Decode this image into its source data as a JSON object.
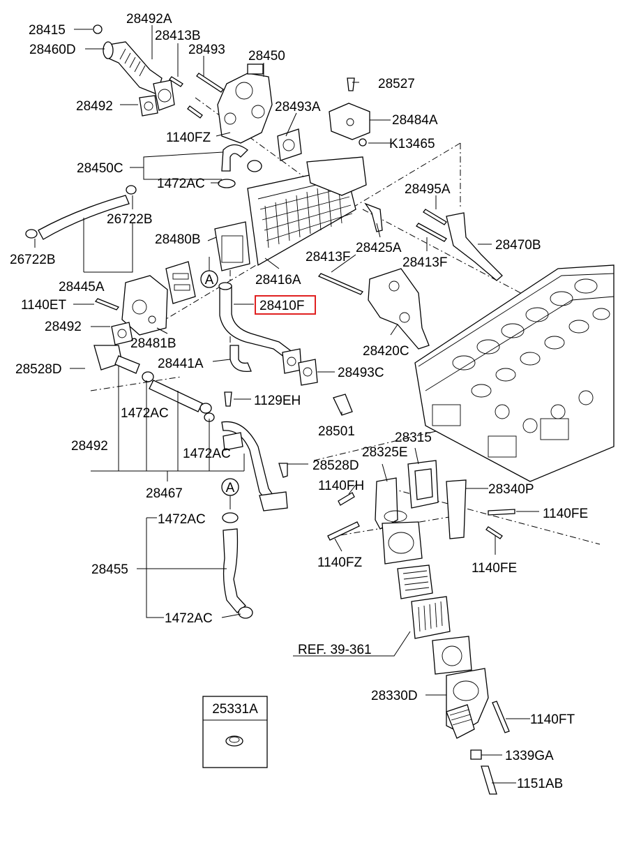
{
  "labels": {
    "p28415": "28415",
    "p28492A": "28492A",
    "p28460D": "28460D",
    "p28413B": "28413B",
    "p28493": "28493",
    "p28450": "28450",
    "p28527": "28527",
    "p28492_top": "28492",
    "p28493A": "28493A",
    "p28484A": "28484A",
    "p1140FZ_top": "1140FZ",
    "pK13465": "K13465",
    "p28450C": "28450C",
    "p1472AC_top": "1472AC",
    "p28495A": "28495A",
    "p26722B_mid": "26722B",
    "p28480B": "28480B",
    "p28425A": "28425A",
    "p28470B": "28470B",
    "p26722B_left": "26722B",
    "p28413F_a": "28413F",
    "p28413F_b": "28413F",
    "p28416A": "28416A",
    "p28445A": "28445A",
    "p1140ET": "1140ET",
    "p28410F": "28410F",
    "p28492_mid": "28492",
    "p28481B": "28481B",
    "p28420C": "28420C",
    "p28528D_left": "28528D",
    "p28441A": "28441A",
    "p28493C": "28493C",
    "p1129EH": "1129EH",
    "p1472AC_mid1": "1472AC",
    "p28501": "28501",
    "p28315": "28315",
    "p28492_low": "28492",
    "p28325E": "28325E",
    "p1472AC_mid2": "1472AC",
    "p28528D_right": "28528D",
    "p1140FH": "1140FH",
    "p28340P": "28340P",
    "p28467": "28467",
    "p1472AC_low1": "1472AC",
    "p1140FE_a": "1140FE",
    "p28455": "28455",
    "p1140FZ_low": "1140FZ",
    "p1140FE_b": "1140FE",
    "p1472AC_low2": "1472AC",
    "pREF": "REF. 39-361",
    "p28330D": "28330D",
    "p1140FT": "1140FT",
    "p1339GA": "1339GA",
    "p1151AB": "1151AB",
    "box_title": "25331A"
  },
  "callouts": {
    "a_upper": "A",
    "a_lower": "A"
  },
  "highlight": {
    "label": "28410F",
    "color": "#e02020"
  }
}
